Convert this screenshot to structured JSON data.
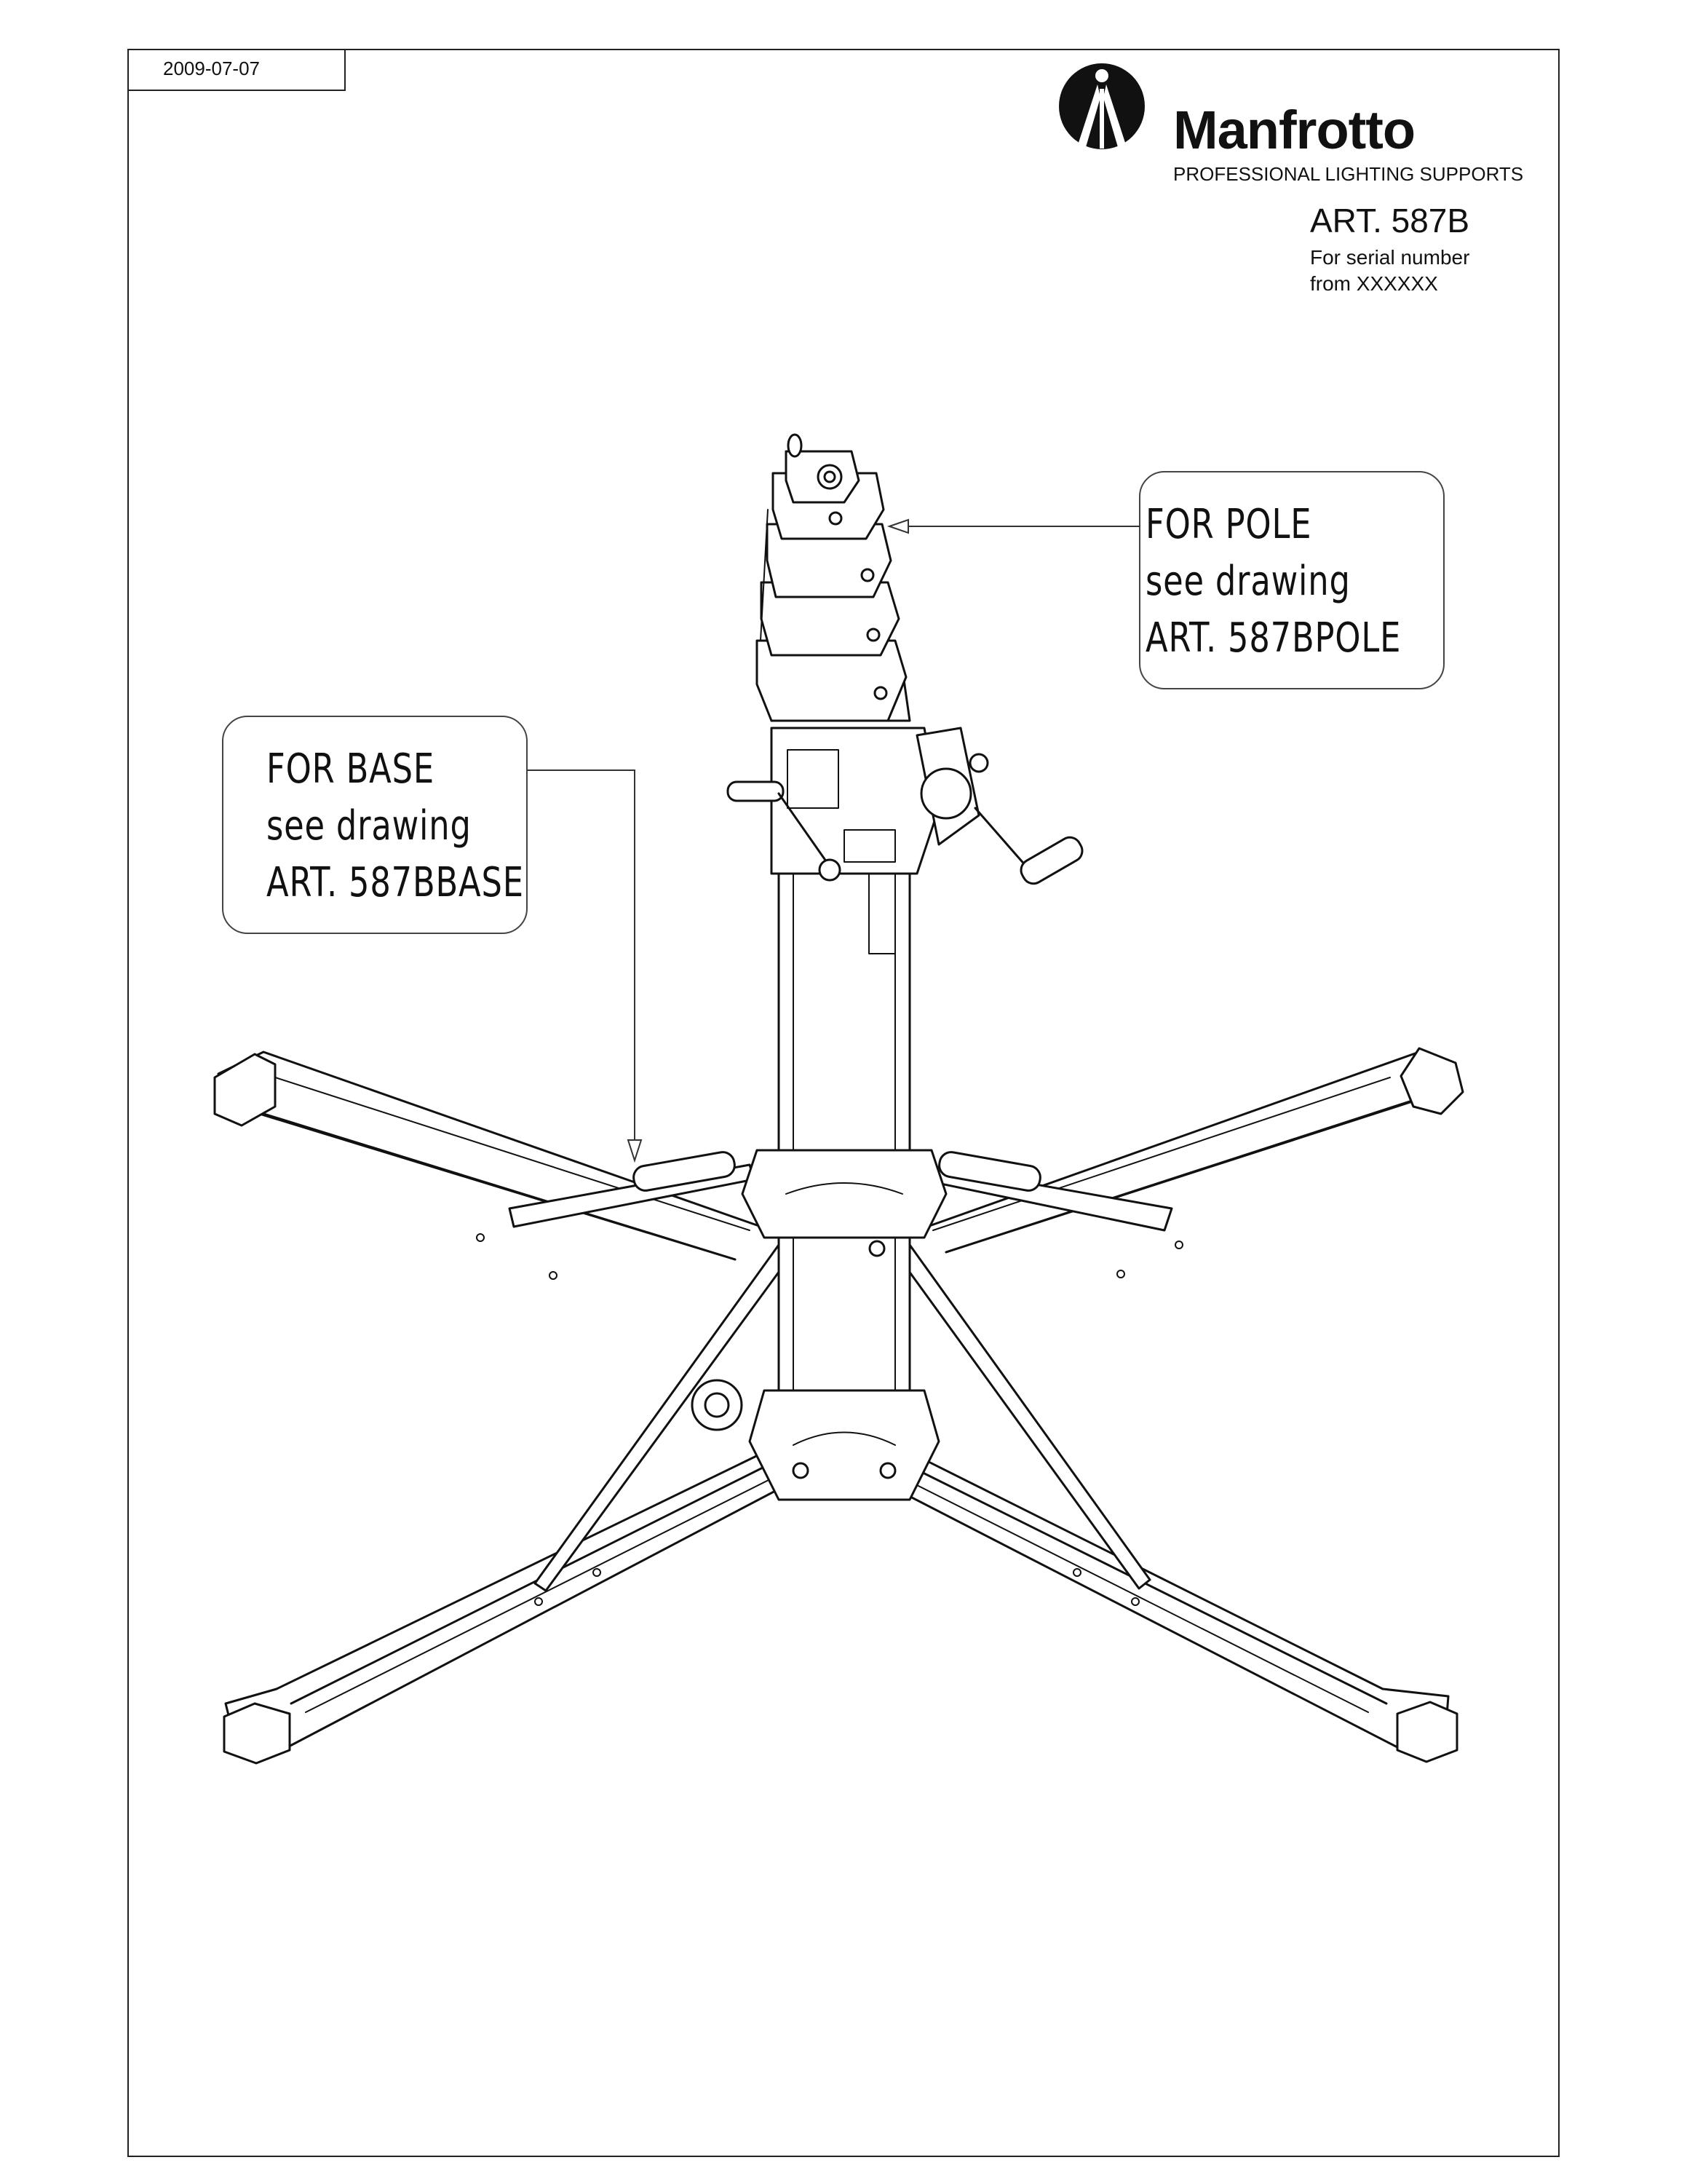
{
  "header": {
    "date": "2009-07-07",
    "brand": "Manfrotto",
    "tagline": "PROFESSIONAL LIGHTING SUPPORTS",
    "article": "ART. 587B",
    "serial_line1": "For serial number",
    "serial_line2": "from XXXXXX"
  },
  "callouts": {
    "pole": {
      "line1": "FOR POLE",
      "line2": "see drawing",
      "line3": "ART. 587BPOLE"
    },
    "base": {
      "line1": "FOR BASE",
      "line2": "see drawing",
      "line3": "ART. 587BBASE"
    }
  },
  "colors": {
    "ink": "#111111",
    "paper": "#ffffff"
  },
  "icons": {
    "logo": "manfrotto-tripod-logo-icon"
  }
}
